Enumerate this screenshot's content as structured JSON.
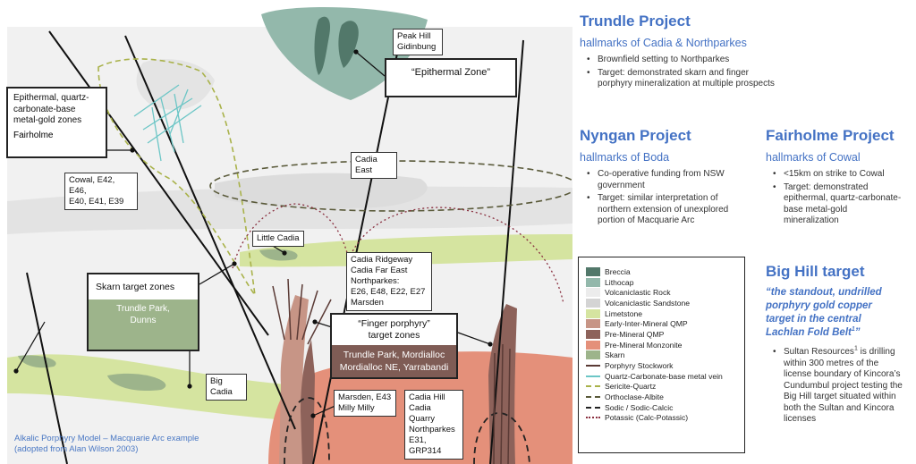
{
  "diagram": {
    "labels": {
      "peak_hill": [
        "Peak Hill",
        "Gidinbung"
      ],
      "epithermal_zone": "“Epithermal Zone”",
      "epithermal_quartz": [
        "Epithermal, quartz-",
        "carbonate-base",
        "metal-gold zones"
      ],
      "fairholme": "Fairholme",
      "cowal": [
        "Cowal, E42, E46,",
        "E40, E41, E39"
      ],
      "cadia_east": "Cadia East",
      "little_cadia": "Little Cadia",
      "cadia_ridgeway": [
        "Cadia Ridgeway",
        "Cadia Far East",
        "Northparkes:",
        "E26, E48, E22, E27",
        "Marsden"
      ],
      "skarn_title": "Skarn target zones",
      "skarn_sub": [
        "Trundle Park,",
        "Dunns"
      ],
      "finger_title": [
        "“Finger porphyry”",
        "target zones"
      ],
      "finger_sub": [
        "Trundle Park, Mordialloc",
        "Mordialloc NE, Yarrabandi"
      ],
      "big_cadia": "Big Cadia",
      "marsden": [
        "Marsden, E43",
        "Milly Milly"
      ],
      "cadia_hill": [
        "Cadia Hill",
        "Cadia Quarry",
        "Northparkes",
        "E31, GRP314"
      ]
    },
    "caption": [
      "Alkalic Porphyry Model – Macquarie Arc example",
      "(adopted from Alan Wilson 2003)"
    ]
  },
  "legend": {
    "items": [
      {
        "label": "Breccia",
        "kind": "swatch",
        "color": "#52786a"
      },
      {
        "label": "Lithocap",
        "kind": "swatch",
        "color": "#93b8ab"
      },
      {
        "label": "Volcaniclastic Rock",
        "kind": "swatch",
        "color": "#ececec"
      },
      {
        "label": "Volcaniclastic Sandstone",
        "kind": "swatch",
        "color": "#d4d4d4"
      },
      {
        "label": "Limetstone",
        "kind": "swatch",
        "color": "#d5e4a0"
      },
      {
        "label": "Early-Inter-Mineral QMP",
        "kind": "swatch",
        "color": "#c79586"
      },
      {
        "label": "Pre-Mineral QMP",
        "kind": "swatch",
        "color": "#8d625a"
      },
      {
        "label": "Pre-Mineral Monzonite",
        "kind": "swatch",
        "color": "#e4907a"
      },
      {
        "label": "Skarn",
        "kind": "swatch",
        "color": "#9db48b"
      },
      {
        "label": "Porphyry Stockwork",
        "kind": "solid",
        "color": "#5a3a35"
      },
      {
        "label": "Quartz-Carbonate-base metal vein",
        "kind": "solid",
        "color": "#6cc6c6"
      },
      {
        "label": "Sericite-Quartz",
        "kind": "dashed",
        "color": "#a9b24a"
      },
      {
        "label": "Orthoclase-Albite",
        "kind": "dashed",
        "color": "#5a5a3a"
      },
      {
        "label": "Sodic / Sodic-Calcic",
        "kind": "dashed",
        "color": "#222222"
      },
      {
        "label": "Potassic (Calc-Potassic)",
        "kind": "dotted",
        "color": "#8a3040"
      }
    ]
  },
  "sections": {
    "trundle": {
      "title": "Trundle Project",
      "subtitle": "hallmarks of Cadia & Northparkes",
      "bullets": [
        "Brownfield setting to Northparkes",
        "Target: demonstrated skarn and finger porphyry mineralization at multiple prospects"
      ]
    },
    "nyngan": {
      "title": "Nyngan Project",
      "subtitle": "hallmarks of Boda",
      "bullets": [
        "Co-operative funding from NSW government",
        "Target: similar interpretation of northern extension of unexplored portion of Macquarie Arc"
      ]
    },
    "fairholme": {
      "title": "Fairholme Project",
      "subtitle": "hallmarks of Cowal",
      "bullets": [
        "<15km on strike to Cowal",
        "Target: demonstrated epithermal, quartz-carbonate-base metal-gold mineralization"
      ]
    },
    "bighill": {
      "title": "Big Hill target",
      "quote": [
        "“the standout, undrilled",
        "porphyry gold copper",
        "target in the central",
        "Lachlan Fold Belt"
      ],
      "quote_sup": "1",
      "quote_end": "”",
      "bullet_pre": "Sultan Resources",
      "bullet_sup": "1",
      "bullet_post": " is drilling within 300 metres of the license boundary of Kincora’s Cundumbul project testing the Big Hill target situated within both the Sultan and Kincora licenses"
    }
  },
  "colors": {
    "heading": "#4472c4",
    "monzonite": "#e4907a",
    "limestone": "#d5e4a0",
    "lithocap": "#93b8ab",
    "breccia": "#52786a"
  }
}
